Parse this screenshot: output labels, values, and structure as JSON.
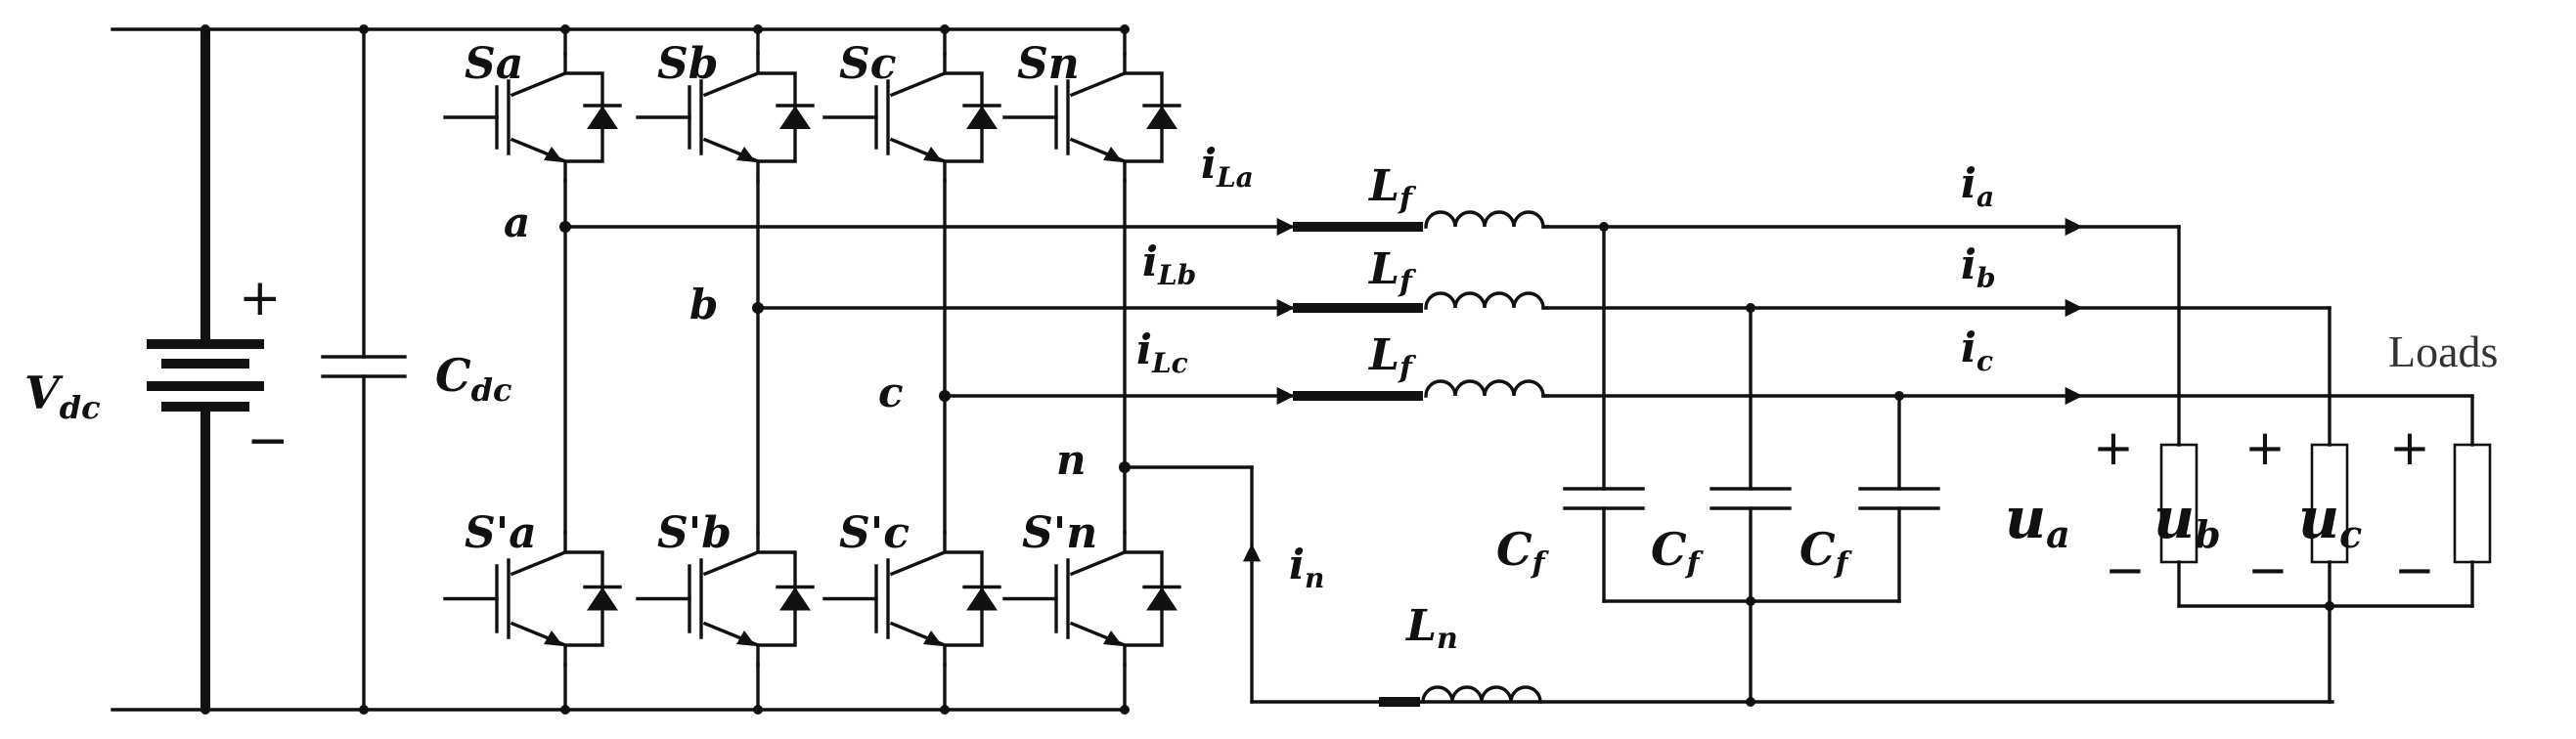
{
  "labels": {
    "vdc": "V",
    "vdc_sub": "dc",
    "cdc": "C",
    "cdc_sub": "dc",
    "plus": "+",
    "minus": "−",
    "loads": "Loads"
  },
  "switches": {
    "upper": [
      {
        "main": "S",
        "sub": "a"
      },
      {
        "main": "S",
        "sub": "b"
      },
      {
        "main": "S",
        "sub": "c"
      },
      {
        "main": "S",
        "sub": "n"
      }
    ],
    "lower": [
      {
        "main": "S'",
        "sub": "a"
      },
      {
        "main": "S'",
        "sub": "b"
      },
      {
        "main": "S'",
        "sub": "c"
      },
      {
        "main": "S'",
        "sub": "n"
      }
    ]
  },
  "nodes": {
    "a": "a",
    "b": "b",
    "c": "c",
    "n": "n"
  },
  "currents": {
    "iLa": {
      "main": "i",
      "sub": "La"
    },
    "iLb": {
      "main": "i",
      "sub": "Lb"
    },
    "iLc": {
      "main": "i",
      "sub": "Lc"
    },
    "ia": {
      "main": "i",
      "sub": "a"
    },
    "ib": {
      "main": "i",
      "sub": "b"
    },
    "ic": {
      "main": "i",
      "sub": "c"
    },
    "in": {
      "main": "i",
      "sub": "n"
    }
  },
  "inductors": {
    "lf": {
      "main": "L",
      "sub": "f"
    },
    "ln": {
      "main": "L",
      "sub": "n"
    }
  },
  "capacitors": {
    "cf": {
      "main": "C",
      "sub": "f"
    }
  },
  "voltages": {
    "ua": {
      "main": "u",
      "sub": "a"
    },
    "ub": {
      "main": "u",
      "sub": "b"
    },
    "uc": {
      "main": "u",
      "sub": "c"
    }
  }
}
